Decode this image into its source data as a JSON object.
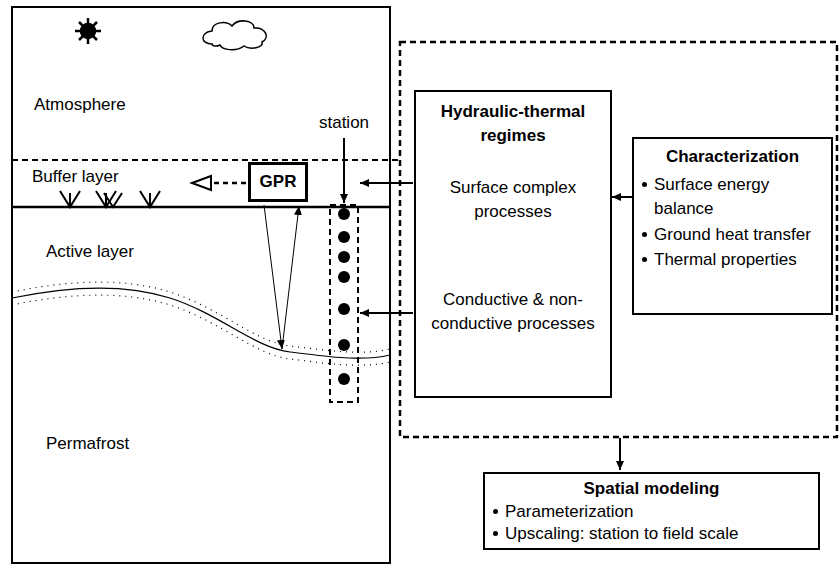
{
  "diagram": {
    "nodes": [
      {
        "text": [
          "GPR"
        ]
      },
      {
        "text": [
          "Hydraulic-thermal regimes",
          "Surface complex processes",
          "Conductive & non-conductive processes"
        ]
      },
      {
        "text": [
          "Characterization",
          "Surface energy balance",
          "Ground heat transfer",
          "Thermal properties"
        ]
      },
      {
        "text": [
          "Spatial modeling",
          "Parameterization",
          "Upscaling: station to field scale"
        ]
      }
    ],
    "edges": [
      {
        "from": 2,
        "to": 1,
        "arrow": "to"
      }
    ],
    "labels": [
      "Atmosphere",
      "Buffer layer",
      "Active layer",
      "Permafrost",
      "station"
    ]
  }
}
